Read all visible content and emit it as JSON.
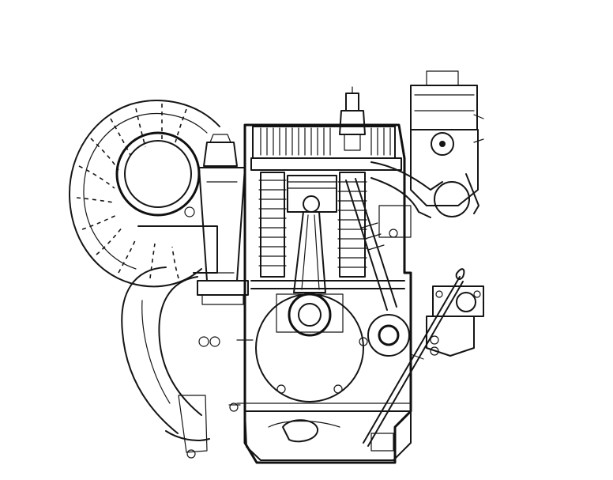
{
  "image": {
    "background_color": "#ffffff",
    "line_color": "#151515"
  },
  "components": [
    {
      "id": "cooling-fan-housing",
      "icon": "spiral-fan-shroud"
    },
    {
      "id": "air-duct",
      "icon": "curved-duct"
    },
    {
      "id": "oil-filter",
      "icon": "tapered-canister"
    },
    {
      "id": "cylinder-with-fins",
      "icon": "finned-cylinder"
    },
    {
      "id": "spark-plug",
      "icon": "spark-plug"
    },
    {
      "id": "piston-and-connecting-rod",
      "icon": "piston-rod"
    },
    {
      "id": "crankshaft",
      "icon": "crank-circle"
    },
    {
      "id": "camshaft-and-pushrod",
      "icon": "pushrod"
    },
    {
      "id": "carburetor",
      "icon": "carburetor-body"
    },
    {
      "id": "fuel-pump",
      "icon": "pump-body"
    },
    {
      "id": "dipstick",
      "icon": "rod-loop"
    },
    {
      "id": "oil-sump",
      "icon": "pan"
    }
  ]
}
